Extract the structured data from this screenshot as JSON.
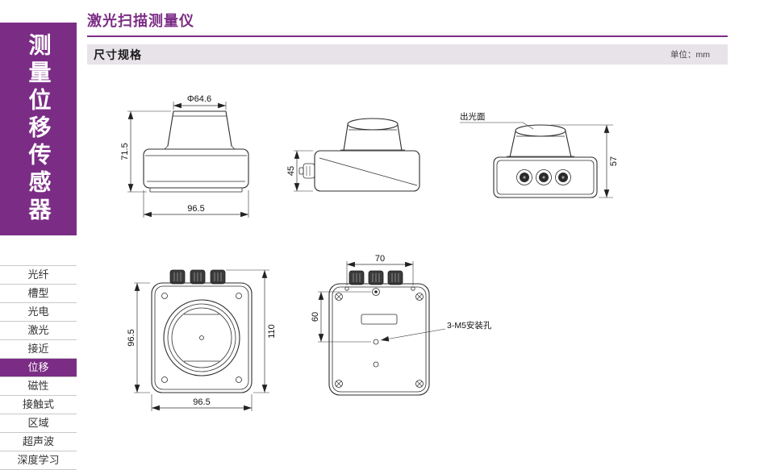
{
  "colors": {
    "accent": "#7b2d85",
    "section_bg": "#e7e3e9",
    "drawing_line": "#2d2d2d"
  },
  "sidebar": {
    "header": "测量位移传感器",
    "items": [
      {
        "label": "光纤",
        "active": false
      },
      {
        "label": "槽型",
        "active": false
      },
      {
        "label": "光电",
        "active": false
      },
      {
        "label": "激光",
        "active": false
      },
      {
        "label": "接近",
        "active": false
      },
      {
        "label": "位移",
        "active": true
      },
      {
        "label": "磁性",
        "active": false
      },
      {
        "label": "接触式",
        "active": false
      },
      {
        "label": "区域",
        "active": false
      },
      {
        "label": "超声波",
        "active": false
      },
      {
        "label": "深度学习",
        "active": false
      }
    ]
  },
  "page": {
    "title": "激光扫描测量仪"
  },
  "section": {
    "title": "尺寸规格",
    "unit_label": "单位：mm"
  },
  "dims": {
    "front": {
      "diameter": "Φ64.6",
      "height": "71.5",
      "width": "96.5"
    },
    "side": {
      "height": "45"
    },
    "rear": {
      "label": "出光面",
      "height": "57"
    },
    "bottom": {
      "height": "96.5",
      "width": "96.5",
      "overall": "110"
    },
    "back": {
      "span": "70",
      "pitch": "60",
      "note": "3-M5安装孔"
    }
  }
}
